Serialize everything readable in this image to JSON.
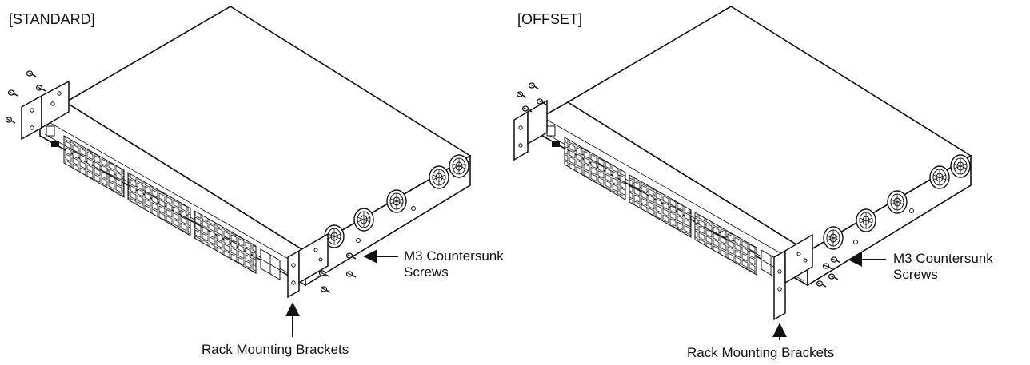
{
  "standard": {
    "title": "[STANDARD]",
    "screws_label_line1": "M3 Countersunk",
    "screws_label_line2": "Screws",
    "brackets_label": "Rack Mounting Brackets"
  },
  "offset": {
    "title": "[OFFSET]",
    "screws_label_line1": "M3 Countersunk",
    "screws_label_line2": "Screws",
    "brackets_label": "Rack Mounting Brackets"
  }
}
